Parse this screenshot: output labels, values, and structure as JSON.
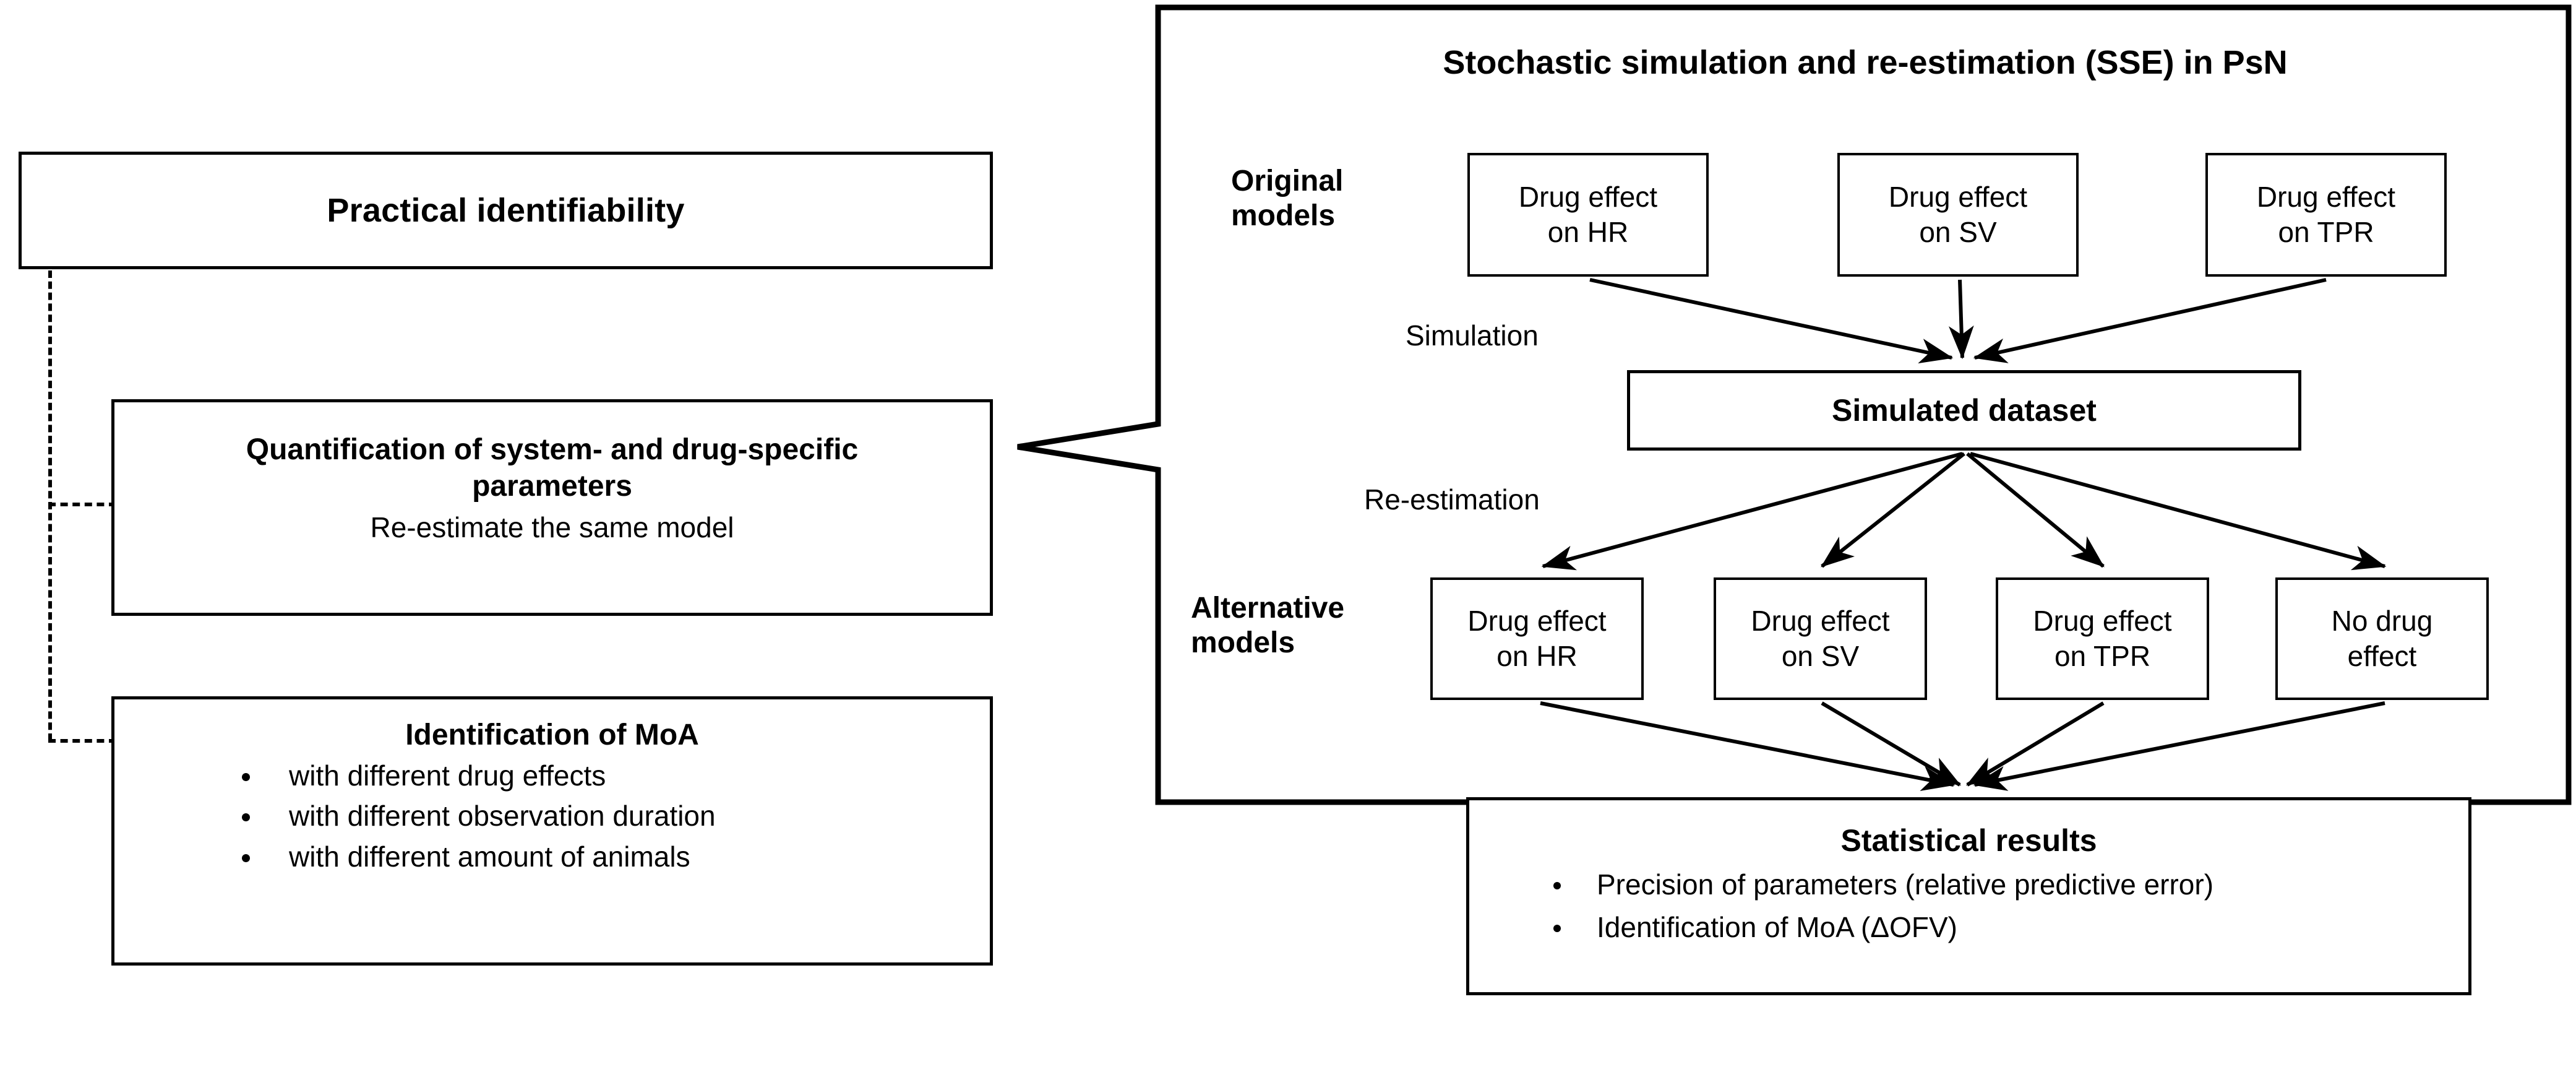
{
  "left_panel": {
    "main_box": {
      "title": "Practical identifiability"
    },
    "quantification_box": {
      "heading": "Quantification of system- and drug-specific parameters",
      "subtitle": "Re-estimate the same model"
    },
    "identification_box": {
      "heading": "Identification of MoA",
      "bullets": [
        "with different drug effects",
        "with different observation duration",
        "with different amount of animals"
      ]
    }
  },
  "right_panel": {
    "title": "Stochastic simulation and re-estimation (SSE) in PsN",
    "row_labels": {
      "original": "Original\nmodels",
      "original_line1": "Original",
      "original_line2": "models",
      "alternative_line1": "Alternative",
      "alternative_line2": "models"
    },
    "flow_labels": {
      "simulation": "Simulation",
      "re_estimation": "Re-estimation"
    },
    "original_models": [
      {
        "line1": "Drug effect",
        "line2": "on HR"
      },
      {
        "line1": "Drug effect",
        "line2": "on SV"
      },
      {
        "line1": "Drug effect",
        "line2": "on TPR"
      }
    ],
    "simulated_dataset": {
      "title": "Simulated dataset"
    },
    "alternative_models": [
      {
        "line1": "Drug effect",
        "line2": "on HR"
      },
      {
        "line1": "Drug effect",
        "line2": "on SV"
      },
      {
        "line1": "Drug effect",
        "line2": "on TPR"
      },
      {
        "line1": "No drug",
        "line2": "effect"
      }
    ],
    "statistical_results": {
      "title": "Statistical results",
      "bullets": [
        "Precision of parameters (relative predictive error)",
        "Identification of MoA (ΔOFV)"
      ]
    }
  },
  "colors": {
    "stroke": "#000000",
    "background": "#ffffff",
    "text": "#000000"
  }
}
